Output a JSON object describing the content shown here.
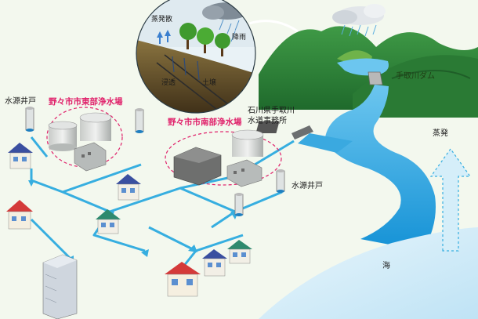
{
  "labels": {
    "evaporation_top": "蒸発散",
    "rain": "降雨",
    "infiltration": "浸透",
    "soil": "土壌",
    "dam": "手取川ダム",
    "office_line1": "石川県手取川",
    "office_line2": "水道事務所",
    "east_plant": "野々市市東部浄水場",
    "south_plant": "野々市市南部浄水場",
    "well_left": "水源井戸",
    "well_right": "水源井戸",
    "evaporation_right": "蒸発",
    "sea": "海"
  },
  "colors": {
    "sky": "#f3f8ee",
    "mountain_dark": "#2e7a3a",
    "mountain_light": "#6fb34a",
    "river": "#1aa0dc",
    "sea": "#d5eef9",
    "pipe": "#36aee0",
    "highlight": "#e0206a"
  }
}
